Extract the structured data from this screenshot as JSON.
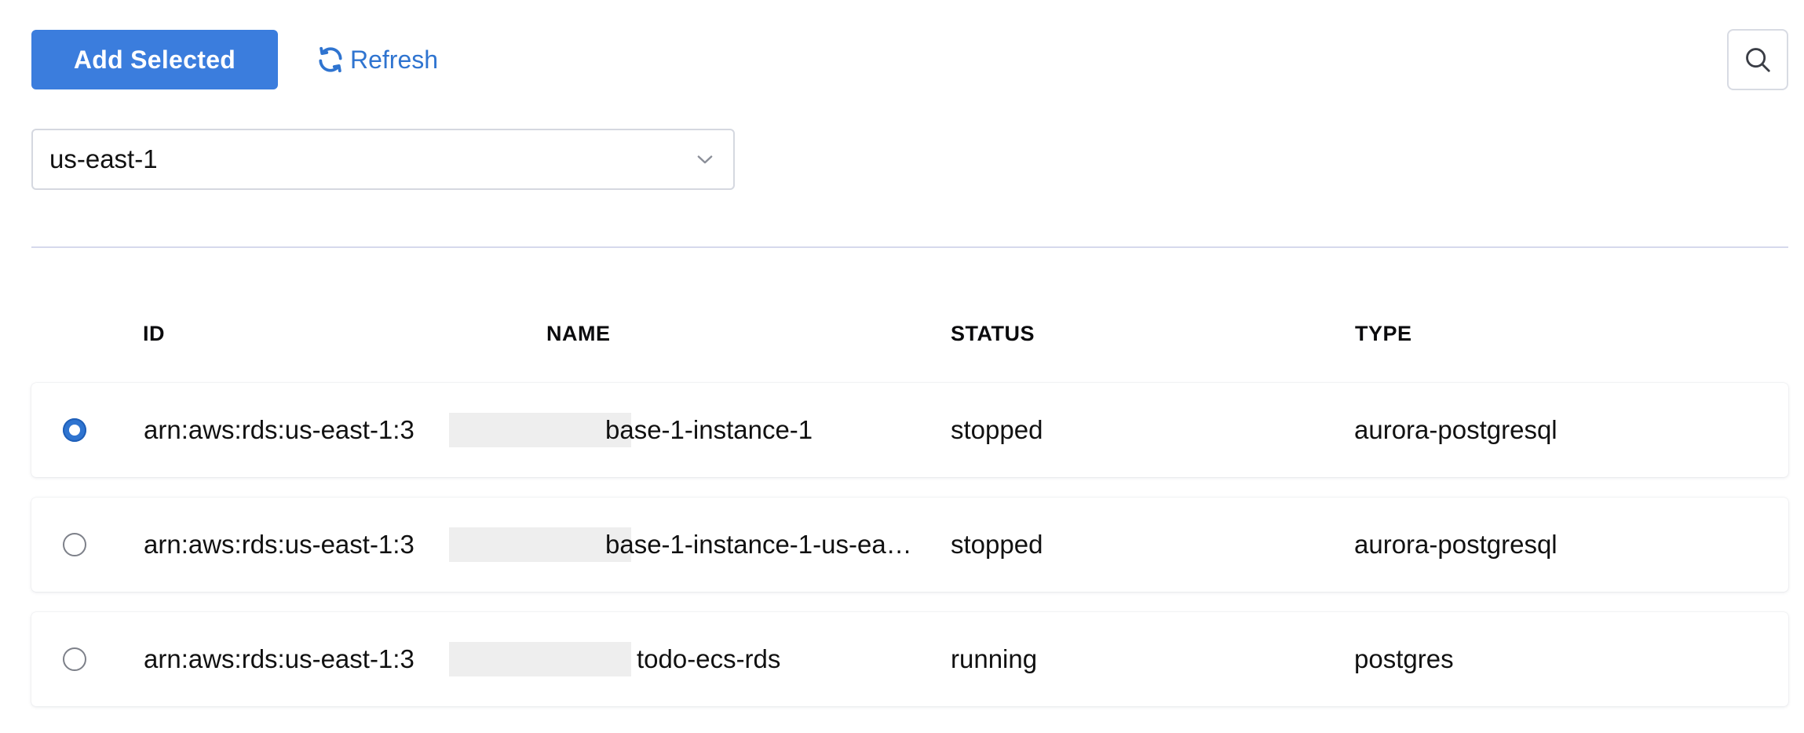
{
  "toolbar": {
    "add_selected_label": "Add Selected",
    "refresh_label": "Refresh"
  },
  "colors": {
    "primary": "#3b7ddd",
    "link": "#2f74d0",
    "border": "#d5d8e0"
  },
  "region_select": {
    "value": "us-east-1"
  },
  "table": {
    "columns": {
      "id": "ID",
      "name": "NAME",
      "status": "STATUS",
      "type": "TYPE"
    },
    "rows": [
      {
        "selected": true,
        "id_prefix": "arn:aws:rds:us-east-1:3",
        "name_visible": "base-1-instance-1",
        "status": "stopped",
        "type": "aurora-postgresql"
      },
      {
        "selected": false,
        "id_prefix": "arn:aws:rds:us-east-1:3",
        "name_visible": "base-1-instance-1-us-ea…",
        "status": "stopped",
        "type": "aurora-postgresql"
      },
      {
        "selected": false,
        "id_prefix": "arn:aws:rds:us-east-1:3",
        "name_visible": "todo-ecs-rds",
        "status": "running",
        "type": "postgres"
      }
    ]
  }
}
